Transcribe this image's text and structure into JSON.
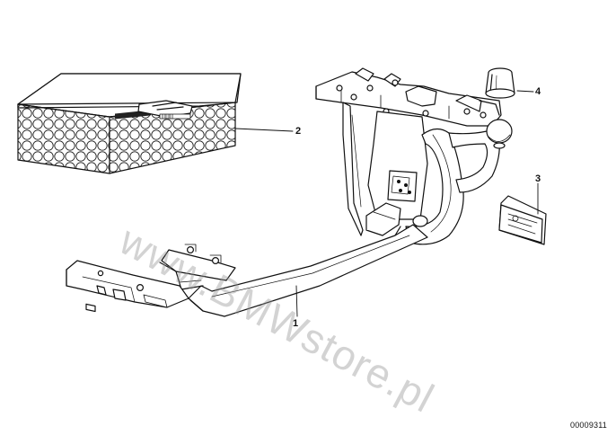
{
  "callouts": {
    "part_1": "1",
    "part_2": "2",
    "part_3": "3",
    "part_4": "4"
  },
  "diagram_number": "00009311",
  "watermark_text": "www.BMWstore.pl",
  "colors": {
    "line": "#111111",
    "background": "#ffffff",
    "watermark": "#969696"
  }
}
